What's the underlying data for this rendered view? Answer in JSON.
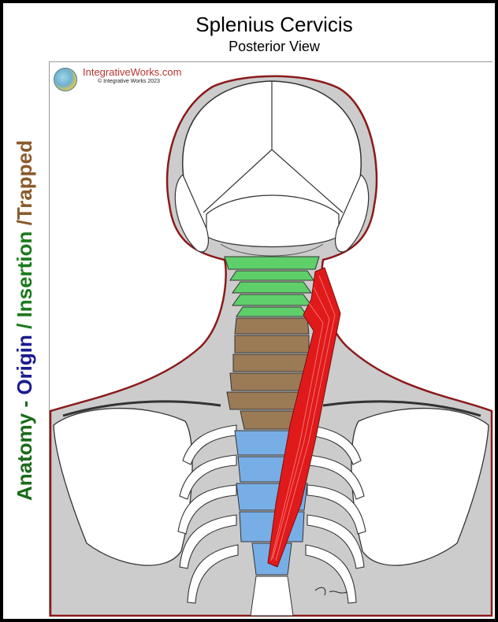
{
  "header": {
    "title": "Splenius Cervicis",
    "subtitle": "Posterior View"
  },
  "side_label": {
    "part1": "Anatomy - ",
    "part2": "Origin",
    "part3": " / ",
    "part4": "Insertion",
    "part5": " /",
    "part6": "Trapped"
  },
  "branding": {
    "site": "IntegrativeWorks.com",
    "copyright": "© Integrative Works 2023",
    "logo_icon": "globe-logo-icon"
  },
  "colors": {
    "insertion_vertebrae": "#5fcf6a",
    "trapped_vertebrae": "#9b7a56",
    "origin_vertebrae": "#78aee6",
    "muscle": "#e01a1a",
    "body_outline": "#8b1a1a",
    "body_fill": "#cccccc"
  }
}
